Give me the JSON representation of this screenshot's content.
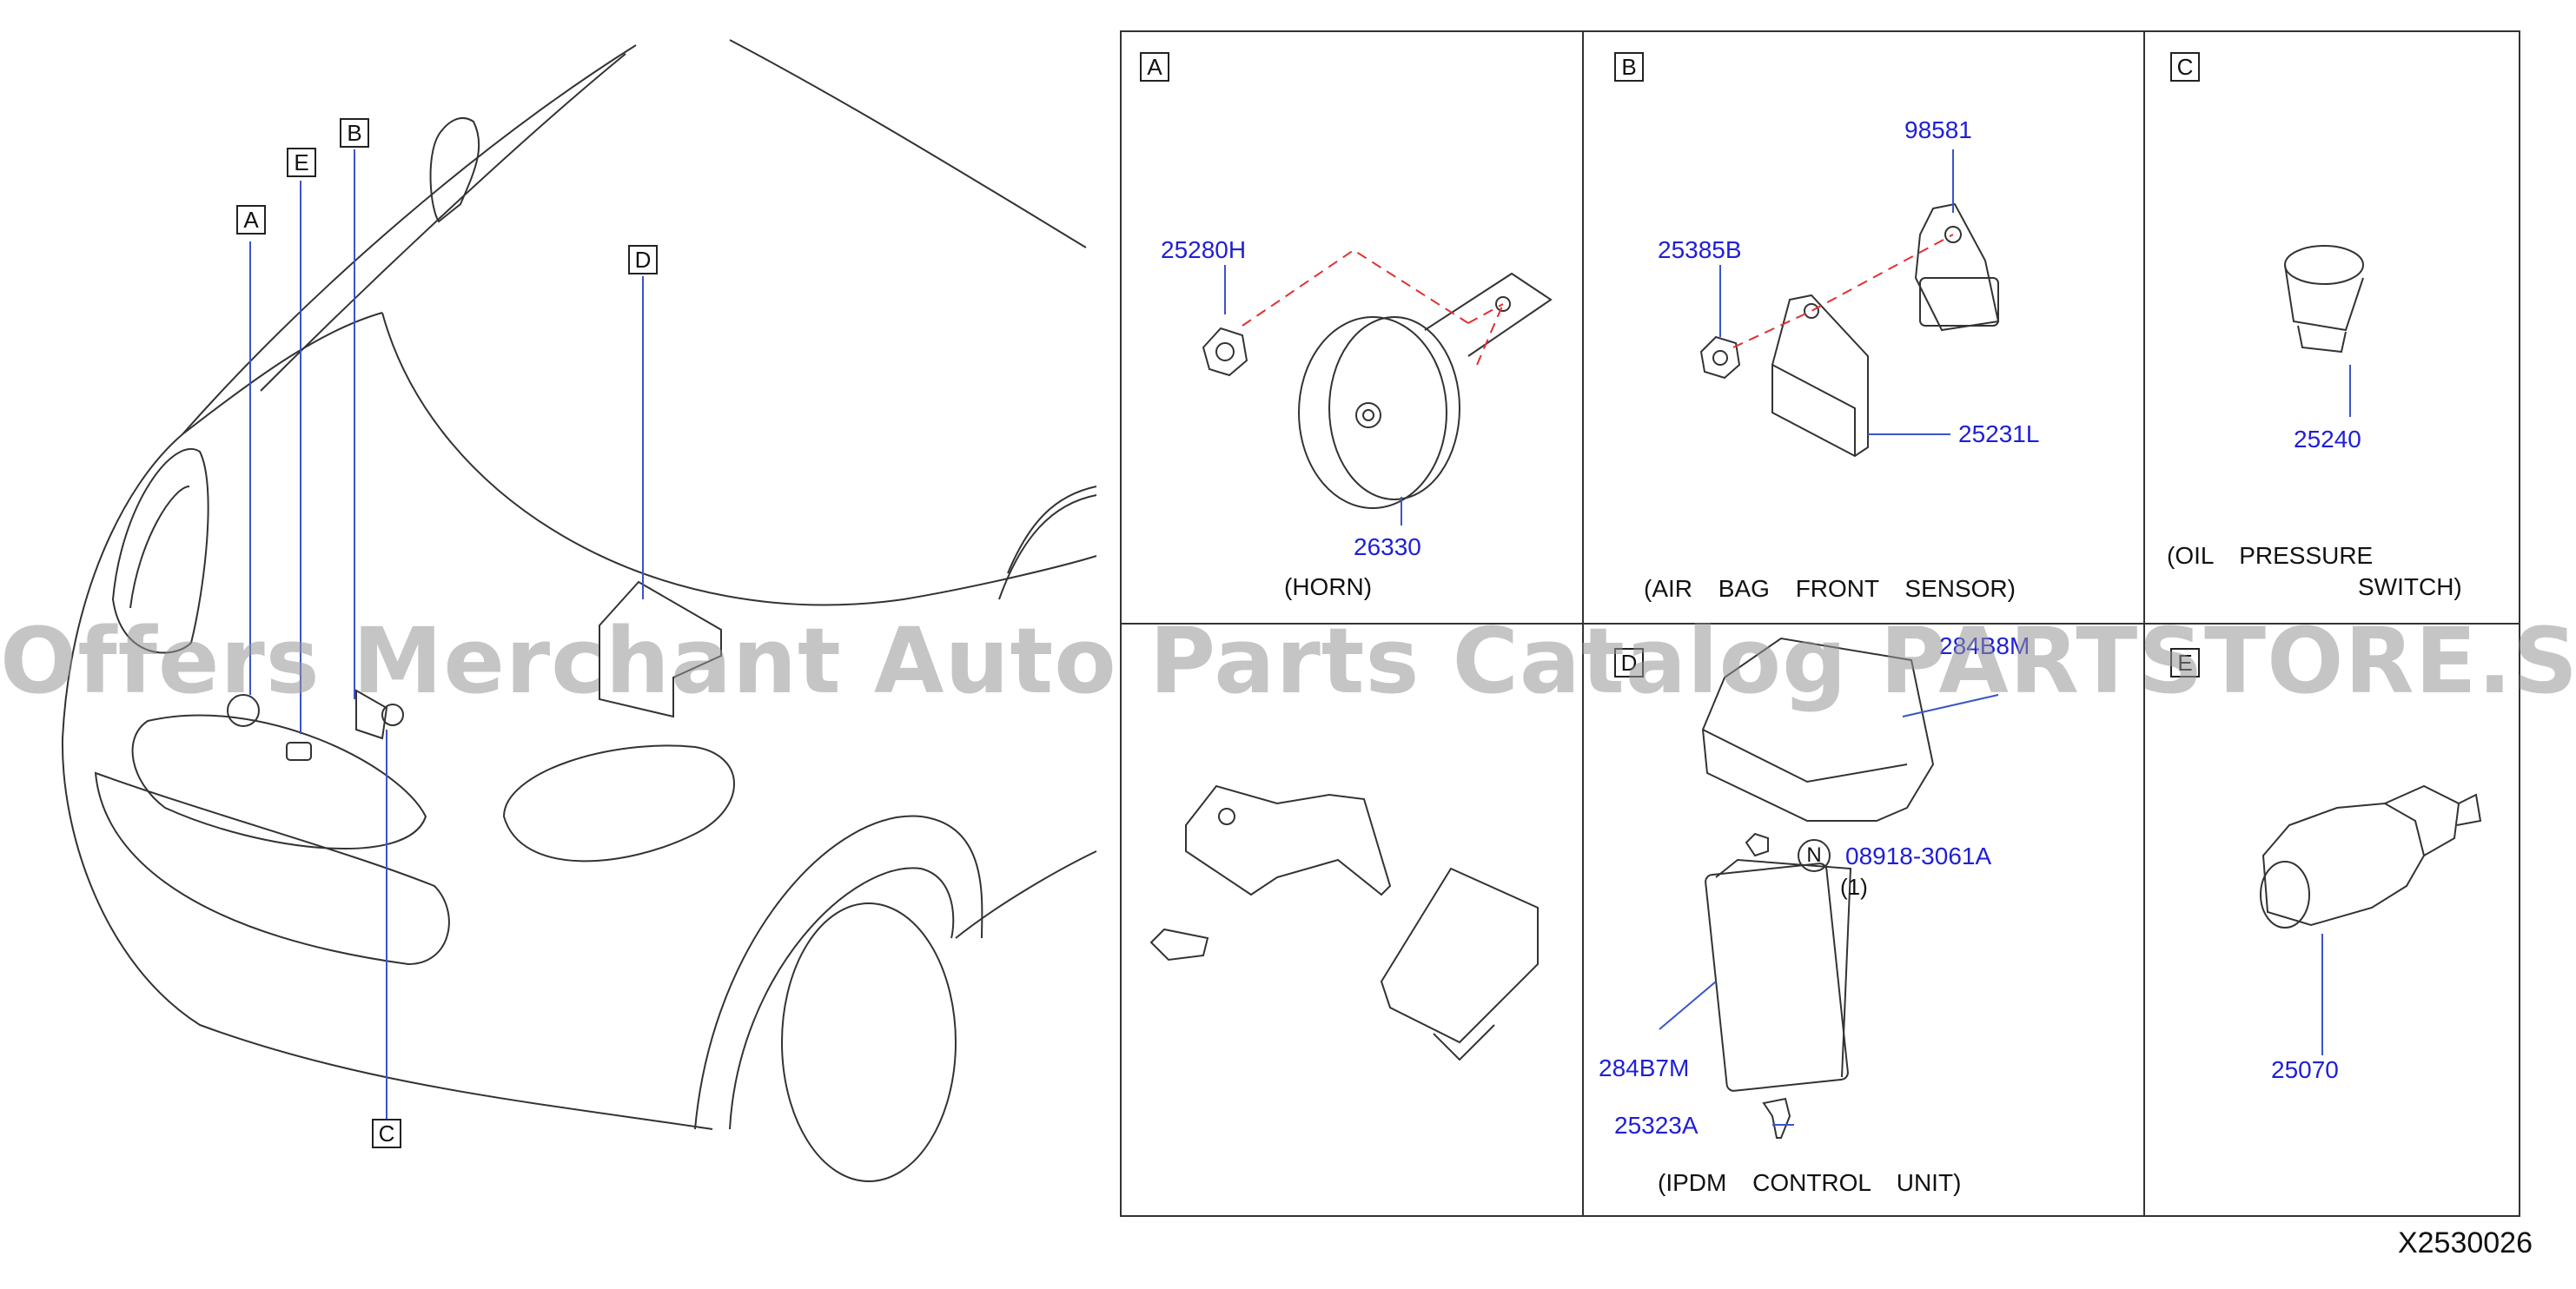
{
  "overview": {
    "callouts": [
      "A",
      "E",
      "B",
      "D",
      "C"
    ]
  },
  "panels": {
    "A": {
      "label": "A",
      "caption": "(HORN)",
      "parts": [
        "25280H",
        "26330"
      ]
    },
    "B": {
      "label": "B",
      "caption": "(AIR BAG FRONT SENSOR)",
      "parts": [
        "98581",
        "25385B",
        "25231L"
      ]
    },
    "C": {
      "label": "C",
      "caption_line1": "(OIL PRESSURE",
      "caption_line2": "SWITCH)",
      "parts": [
        "25240"
      ]
    },
    "D": {
      "label": "D",
      "caption": "(IPDM CONTROL UNIT)",
      "parts": [
        "284B8M",
        "08918-3061A",
        "284B7M",
        "25323A"
      ],
      "nut_symbol": "N",
      "quantity": "(1)"
    },
    "E": {
      "label": "E",
      "parts": [
        "25070"
      ]
    }
  },
  "watermark": "Offers Merchant Auto Parts Catalog PARTSTORE.SA",
  "diagram_code": "X2530026",
  "colors": {
    "part_number": "#1f1fd6",
    "leader": "#3a55c8",
    "dashed": "#e23030",
    "line": "#222222"
  }
}
